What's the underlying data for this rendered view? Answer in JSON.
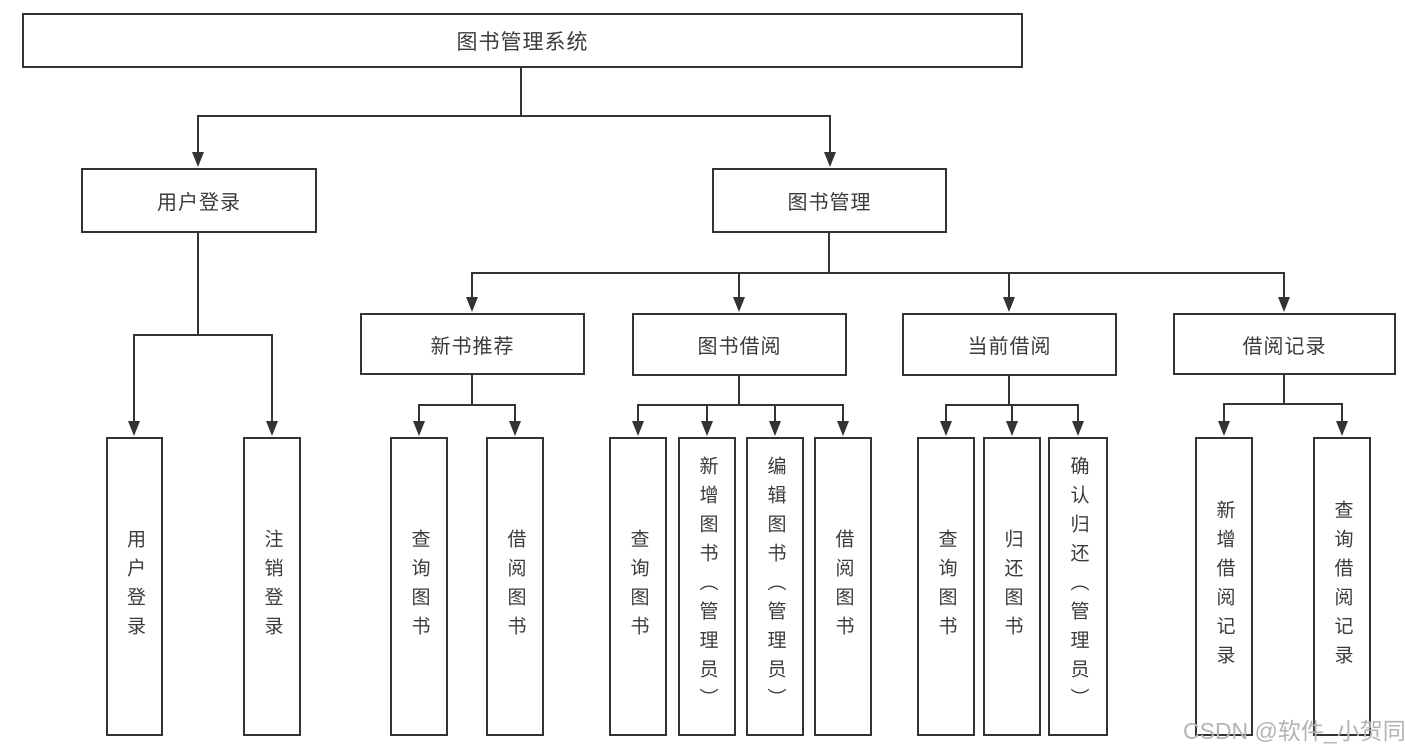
{
  "nodes": {
    "root": "图书管理系统",
    "user_login": "用户登录",
    "book_mgmt": "图书管理",
    "new_books": "新书推荐",
    "book_borrow": "图书借阅",
    "current_borrow": "当前借阅",
    "borrow_records": "借阅记录"
  },
  "leaves": {
    "user_login": [
      "用户登录",
      "注销登录"
    ],
    "new_books": [
      "查询图书",
      "借阅图书"
    ],
    "book_borrow": [
      "查询图书",
      "新增图书（管理员）",
      "编辑图书（管理员）",
      "借阅图书"
    ],
    "current_borrow": [
      "查询图书",
      "归还图书",
      "确认归还（管理员）"
    ],
    "borrow_records": [
      "新增借阅记录",
      "查询借阅记录"
    ]
  },
  "watermark": "CSDN @软件_小贺同学",
  "colors": {
    "line": "#333333",
    "text": "#3b3b3b",
    "watermark": "#b4b4b4",
    "background": "#ffffff"
  }
}
